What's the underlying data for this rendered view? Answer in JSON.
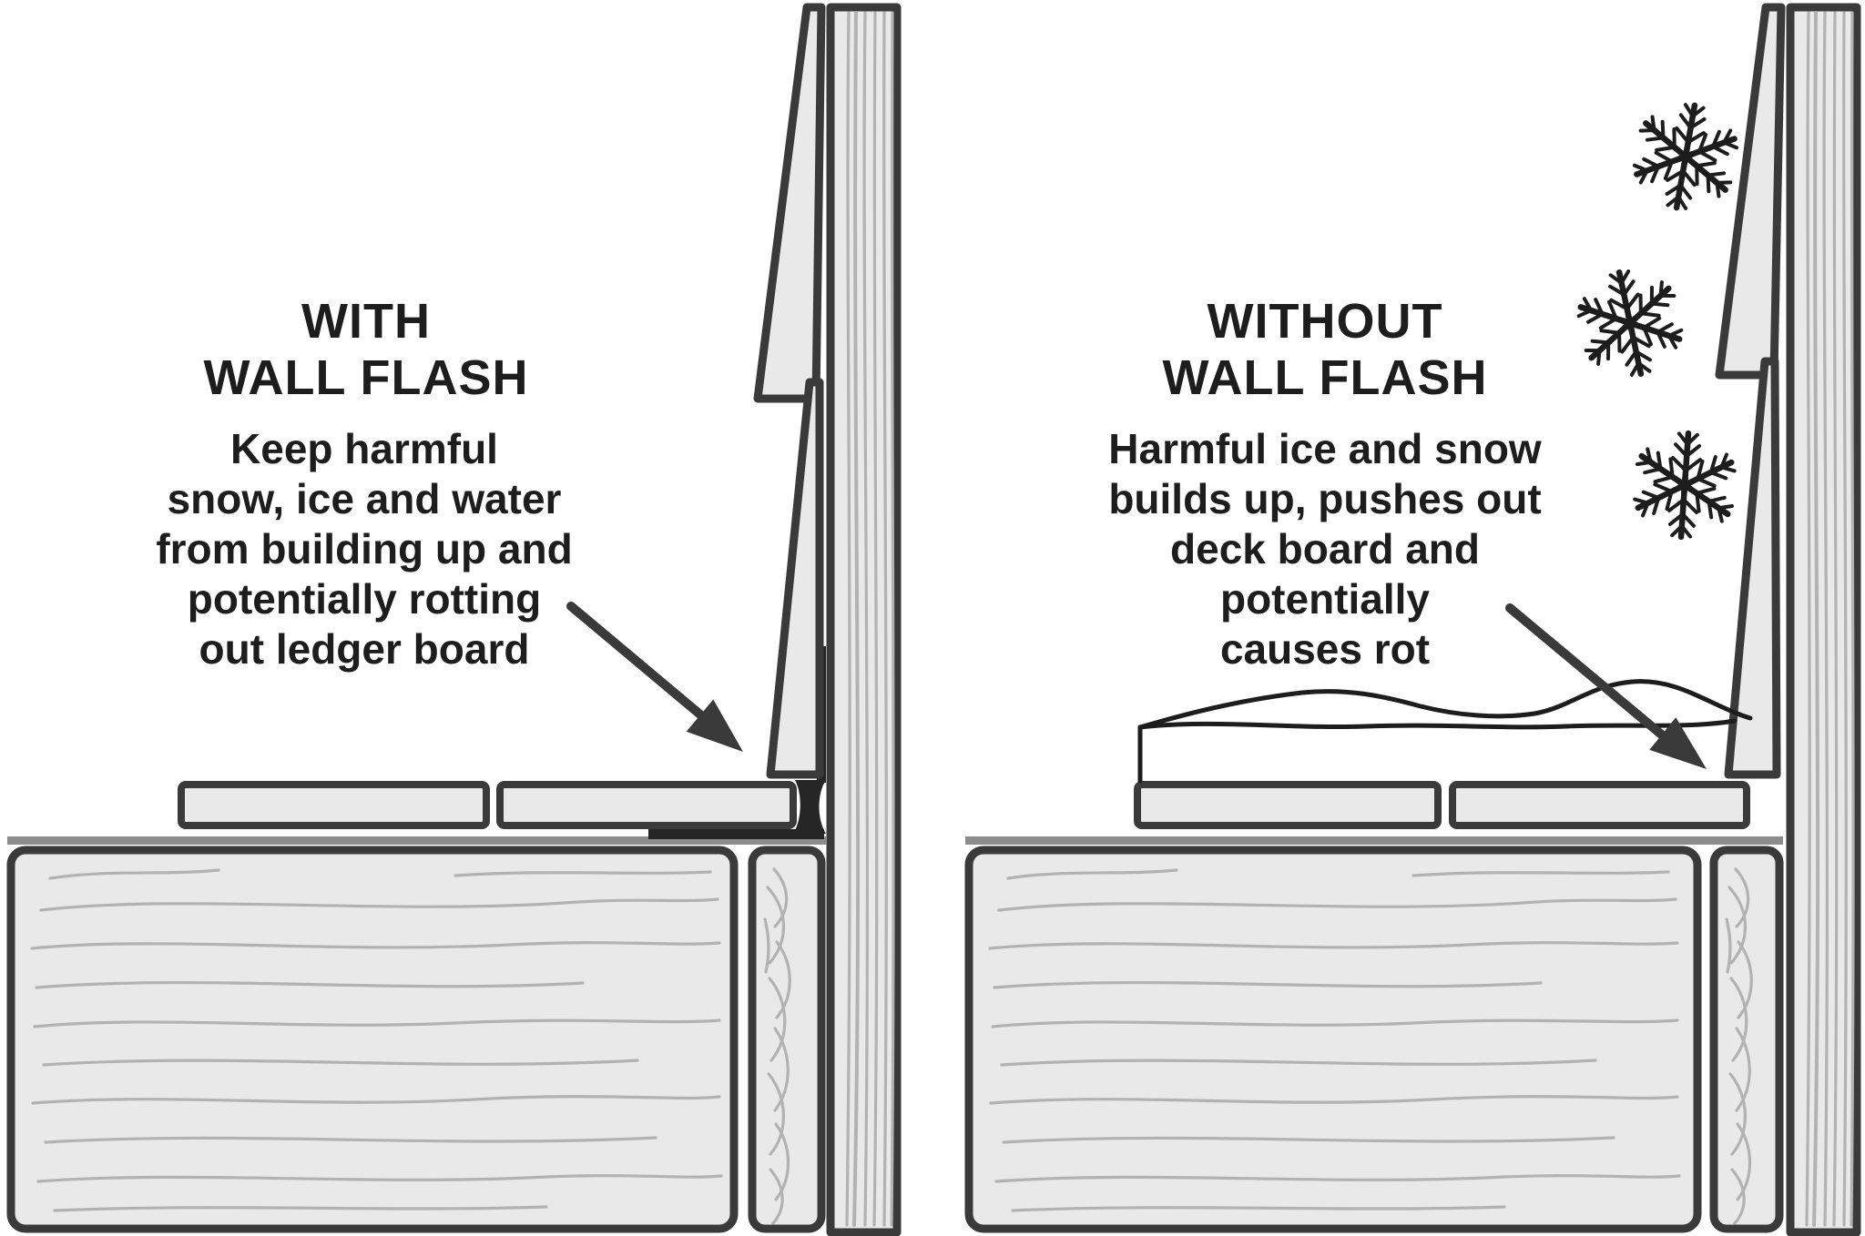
{
  "left_panel": {
    "title_line1": "WITH",
    "title_line2": "WALL FLASH",
    "caption_lines": [
      "Keep harmful",
      "snow, ice and water",
      "from building up and",
      "potentially rotting",
      "out ledger board"
    ]
  },
  "right_panel": {
    "title_line1": "WITHOUT",
    "title_line2": "WALL FLASH",
    "caption_lines": [
      "Harmful ice and snow",
      "builds up, pushes out",
      "deck board and",
      "potentially",
      "causes rot"
    ]
  },
  "colors": {
    "background": "#ffffff",
    "wood_fill": "#e9e9e9",
    "outline": "#3a3a3a",
    "grain": "#b2b2b2",
    "flashing": "#262626",
    "framing_strip": "#8c8c8c",
    "ink": "#1d1d1d"
  },
  "icons": [
    "snowflake-icon",
    "arrow-icon"
  ]
}
